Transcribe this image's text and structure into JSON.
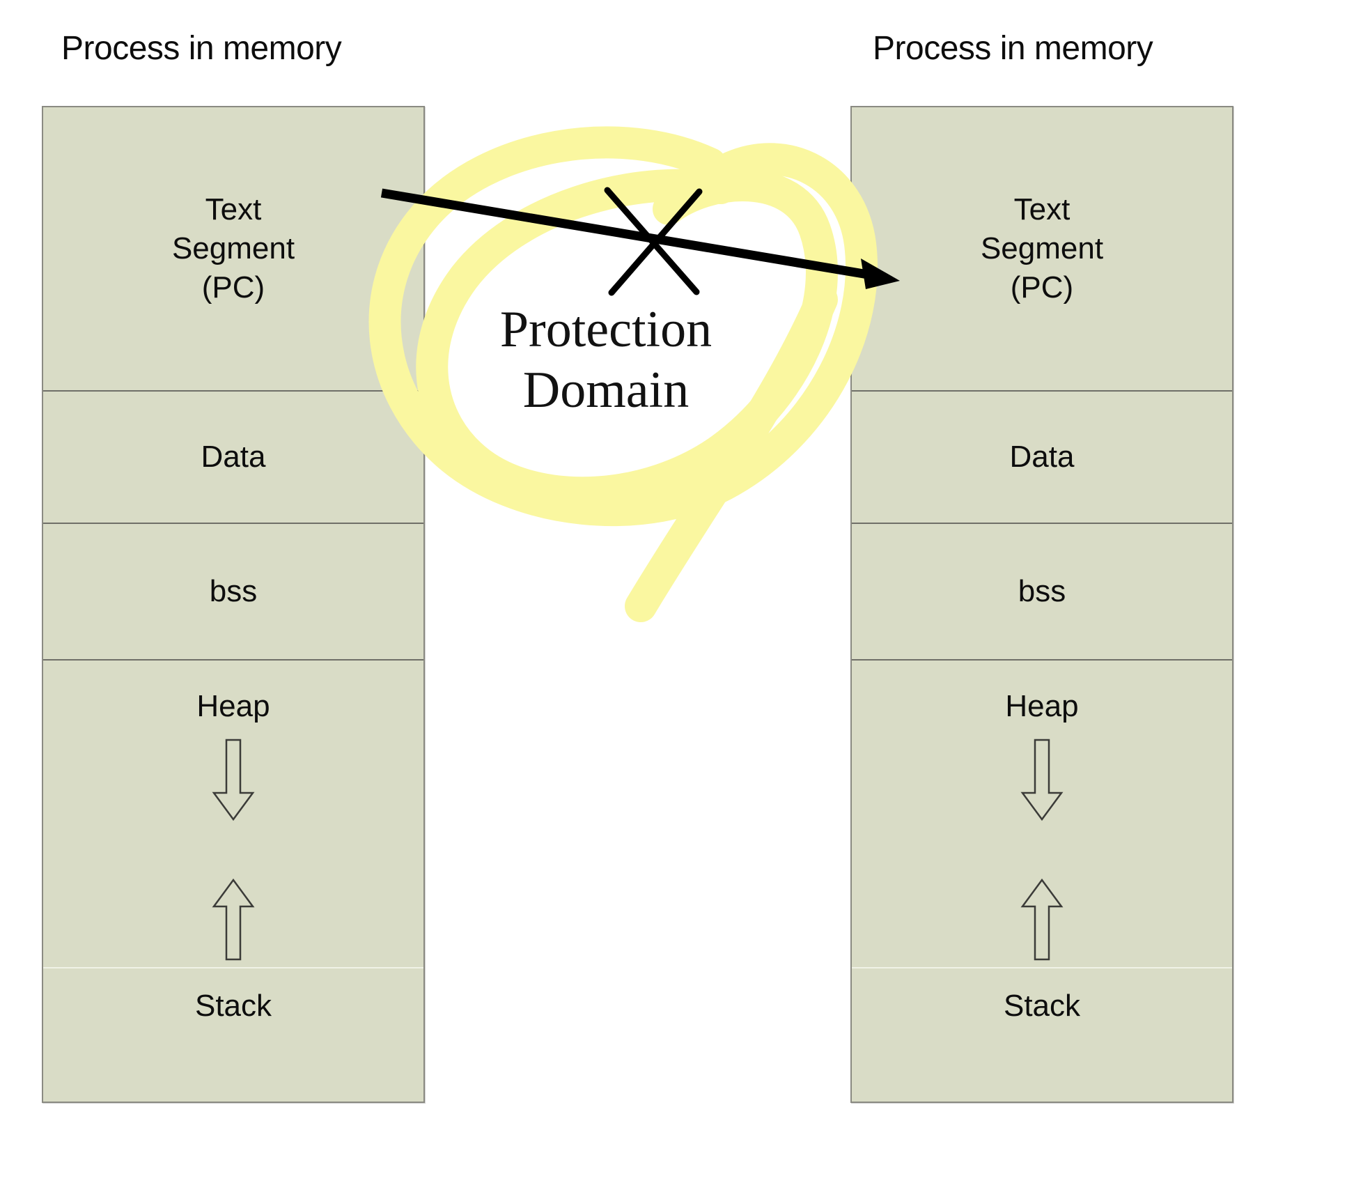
{
  "diagram": {
    "background_color": "#ffffff",
    "box_fill_color": "#d9dcc6",
    "box_border_color": "#8a8a82",
    "highlight_color": "#faf7a0",
    "annotation_color": "#000000"
  },
  "columns": [
    {
      "title": "Process in memory",
      "segments": [
        {
          "label": "Text\nSegment\n(PC)",
          "lines": [
            "Text",
            "Segment",
            "(PC)"
          ],
          "name": "text-segment"
        },
        {
          "label": "Data",
          "lines": [
            "Data"
          ],
          "name": "data-segment"
        },
        {
          "label": "bss",
          "lines": [
            "bss"
          ],
          "name": "bss-segment"
        },
        {
          "label": "Heap",
          "lines": [
            "Heap"
          ],
          "name": "heap-segment",
          "arrow": "down"
        },
        {
          "label": "Stack",
          "lines": [
            "Stack"
          ],
          "name": "stack-segment",
          "arrow": "up"
        }
      ]
    },
    {
      "title": "Process in memory",
      "segments": [
        {
          "label": "Text\nSegment\n(PC)",
          "lines": [
            "Text",
            "Segment",
            "(PC)"
          ],
          "name": "text-segment"
        },
        {
          "label": "Data",
          "lines": [
            "Data"
          ],
          "name": "data-segment"
        },
        {
          "label": "bss",
          "lines": [
            "bss"
          ],
          "name": "bss-segment"
        },
        {
          "label": "Heap",
          "lines": [
            "Heap"
          ],
          "name": "heap-segment",
          "arrow": "down"
        },
        {
          "label": "Stack",
          "lines": [
            "Stack"
          ],
          "name": "stack-segment",
          "arrow": "up"
        }
      ]
    }
  ],
  "annotation": {
    "protection_domain_line1": "Protection",
    "protection_domain_line2": "Domain",
    "cross_mark": "x-crossout-mark",
    "arrow": "cross-process-arrow",
    "highlight": "yellow-highlighter-lasso"
  },
  "titles": {
    "left": "Process in memory",
    "right": "Process in memory"
  },
  "labels": {
    "text": "Text",
    "segment": "Segment",
    "pc": "(PC)",
    "data": "Data",
    "bss": "bss",
    "heap": "Heap",
    "stack": "Stack"
  }
}
